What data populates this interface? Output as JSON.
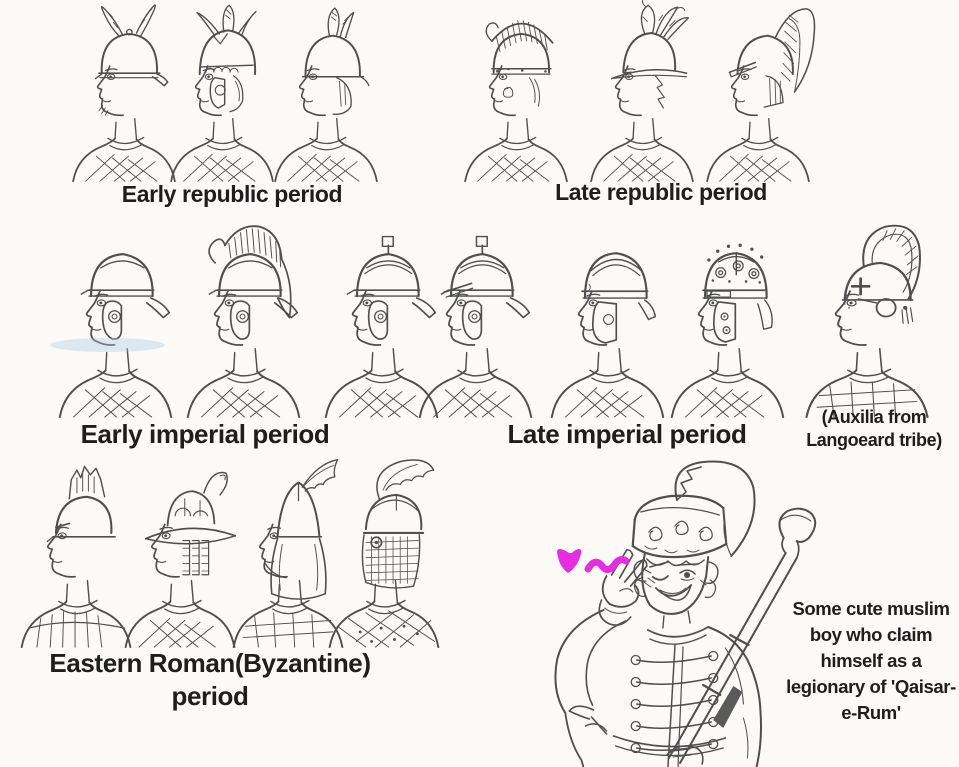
{
  "artwork": {
    "background": "#fbfaf7",
    "ink_color": "#4f4f4f",
    "text_color": "#1e1e1e",
    "doodle_color": "#e42ee0",
    "doodle": [
      "heart-scribble",
      "squiggle-scribble"
    ],
    "groups": [
      {
        "id": "early-republic",
        "label": "Early republic period",
        "figures": [
          "montefortino-feather-helmet-soldier",
          "attic-triple-plume-helmet-soldier",
          "feathered-dome-helmet-soldier"
        ]
      },
      {
        "id": "late-republic",
        "label": "Late republic period",
        "figures": [
          "brush-crest-helmet-soldier",
          "ostrich-plume-helmet-soldier",
          "visored-plume-helmet-soldier"
        ]
      },
      {
        "id": "early-imperial",
        "label": "Early imperial period",
        "figures": [
          "imperial-gallic-helmet-soldier",
          "crested-centurion-helmet-soldier",
          "crossbar-helmet-soldier",
          "crossbar-visor-helmet-soldier"
        ]
      },
      {
        "id": "late-imperial",
        "label": "Late imperial period",
        "figures": [
          "ridge-helmet-soldier",
          "jeweled-ridge-helmet-soldier"
        ]
      },
      {
        "id": "auxilia",
        "label": "(Auxilia from Langoeard tribe)",
        "figures": [
          "cross-crest-helmet-auxiliary"
        ]
      },
      {
        "id": "byzantine",
        "label": "Eastern Roman(Byzantine) period",
        "figures": [
          "toupha-crest-soldier",
          "kettle-hat-pendilia-soldier",
          "conical-helmet-hood-soldier",
          "mail-veiled-soldier"
        ]
      },
      {
        "id": "ottoman-boy",
        "label": "Some cute muslim boy who claim himself as a legionary of 'Qaisar-e-Rum'",
        "figures": [
          "janissary-boy-with-musket"
        ]
      }
    ]
  }
}
